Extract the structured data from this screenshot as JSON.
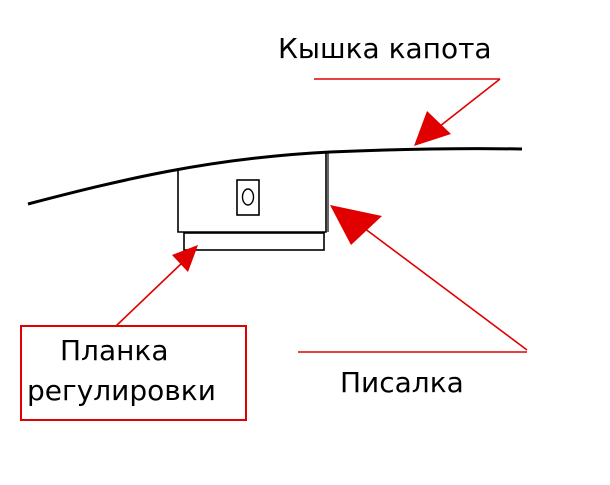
{
  "labels": {
    "hood_lid": "Кышка капота",
    "adjustment_plate_line1": "Планка",
    "adjustment_plate_line2": "регулировки",
    "writer": "Писалка"
  },
  "colors": {
    "line": "#000000",
    "arrow": "#e00000",
    "background": "#ffffff"
  }
}
